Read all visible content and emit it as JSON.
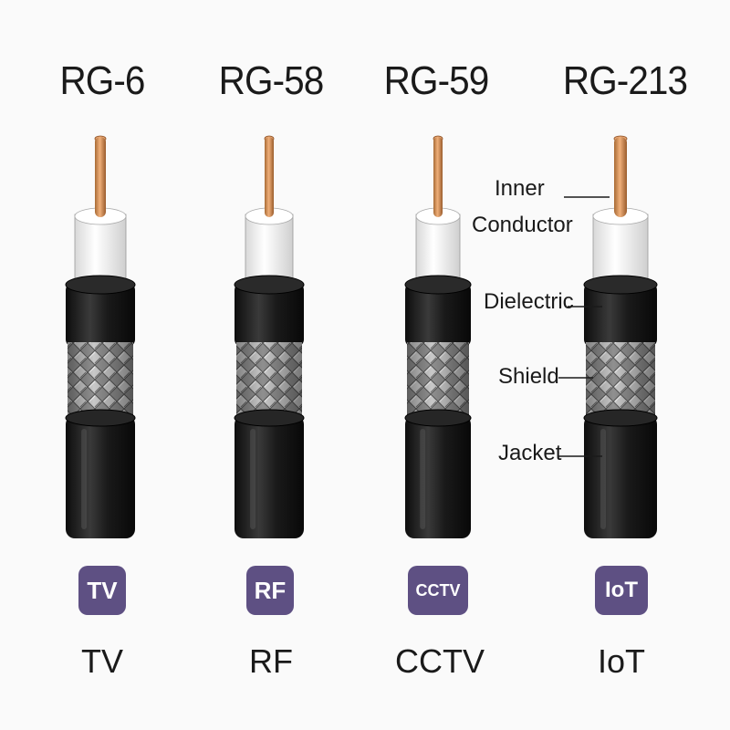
{
  "cables": [
    {
      "name": "RG-6",
      "badge": "TV",
      "use": "TV"
    },
    {
      "name": "RG-58",
      "badge": "RF",
      "use": "RF"
    },
    {
      "name": "RG-59",
      "badge": "CCTV",
      "use": "CCTV"
    },
    {
      "name": "RG-213",
      "badge": "IoT",
      "use": "IoT"
    }
  ],
  "callouts": {
    "inner_conductor_line1": "Inner",
    "inner_conductor_line2": "Conductor",
    "dielectric": "Dielectric",
    "shield": "Shield",
    "jacket": "Jacket"
  },
  "colors": {
    "badge": "#5e5083",
    "copper": "#c98a52",
    "dielectric": "#f4f4f4",
    "jacket": "#1c1c1c",
    "braid": "#9a9a9a",
    "background": "#fafafa"
  }
}
